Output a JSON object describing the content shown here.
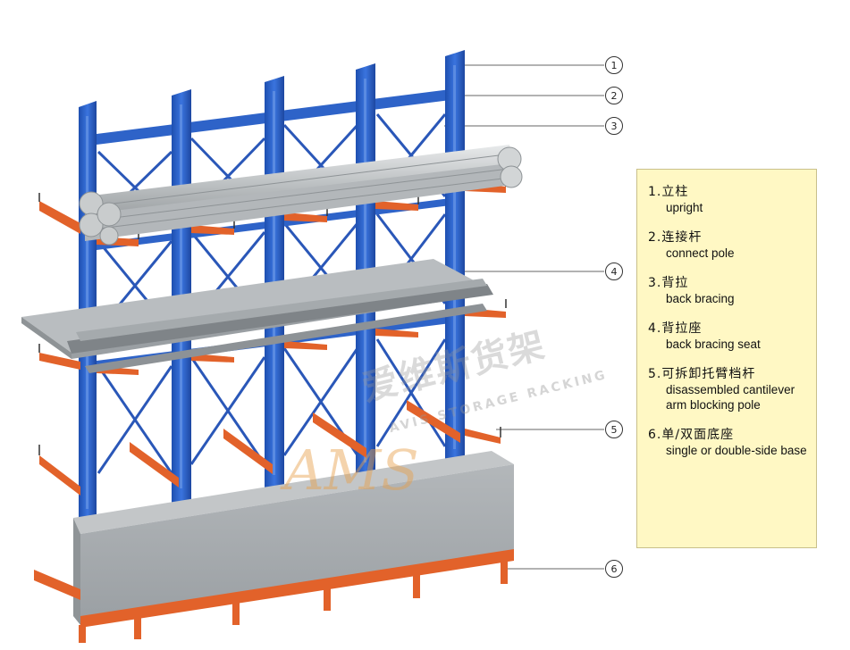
{
  "callouts": [
    "1",
    "2",
    "3",
    "4",
    "5",
    "6"
  ],
  "legend": [
    {
      "zh": "1.立柱",
      "en": "upright"
    },
    {
      "zh": "2.连接杆",
      "en": "connect pole"
    },
    {
      "zh": "3.背拉",
      "en": "back bracing"
    },
    {
      "zh": "4.背拉座",
      "en": "back bracing seat"
    },
    {
      "zh": "5.可拆卸托臂档杆",
      "en": "disassembled cantilever arm blocking pole"
    },
    {
      "zh": "6.单/双面底座",
      "en": "single or double-side base"
    }
  ],
  "watermark": {
    "logo": "AMS",
    "zh": "爱维斯货架",
    "en": "AVIS STORAGE RACKING"
  },
  "colors": {
    "upright": "#2e63c8",
    "arm": "#e2622a",
    "steel": "#a9adb0",
    "legend_bg": "#fff8c4"
  }
}
